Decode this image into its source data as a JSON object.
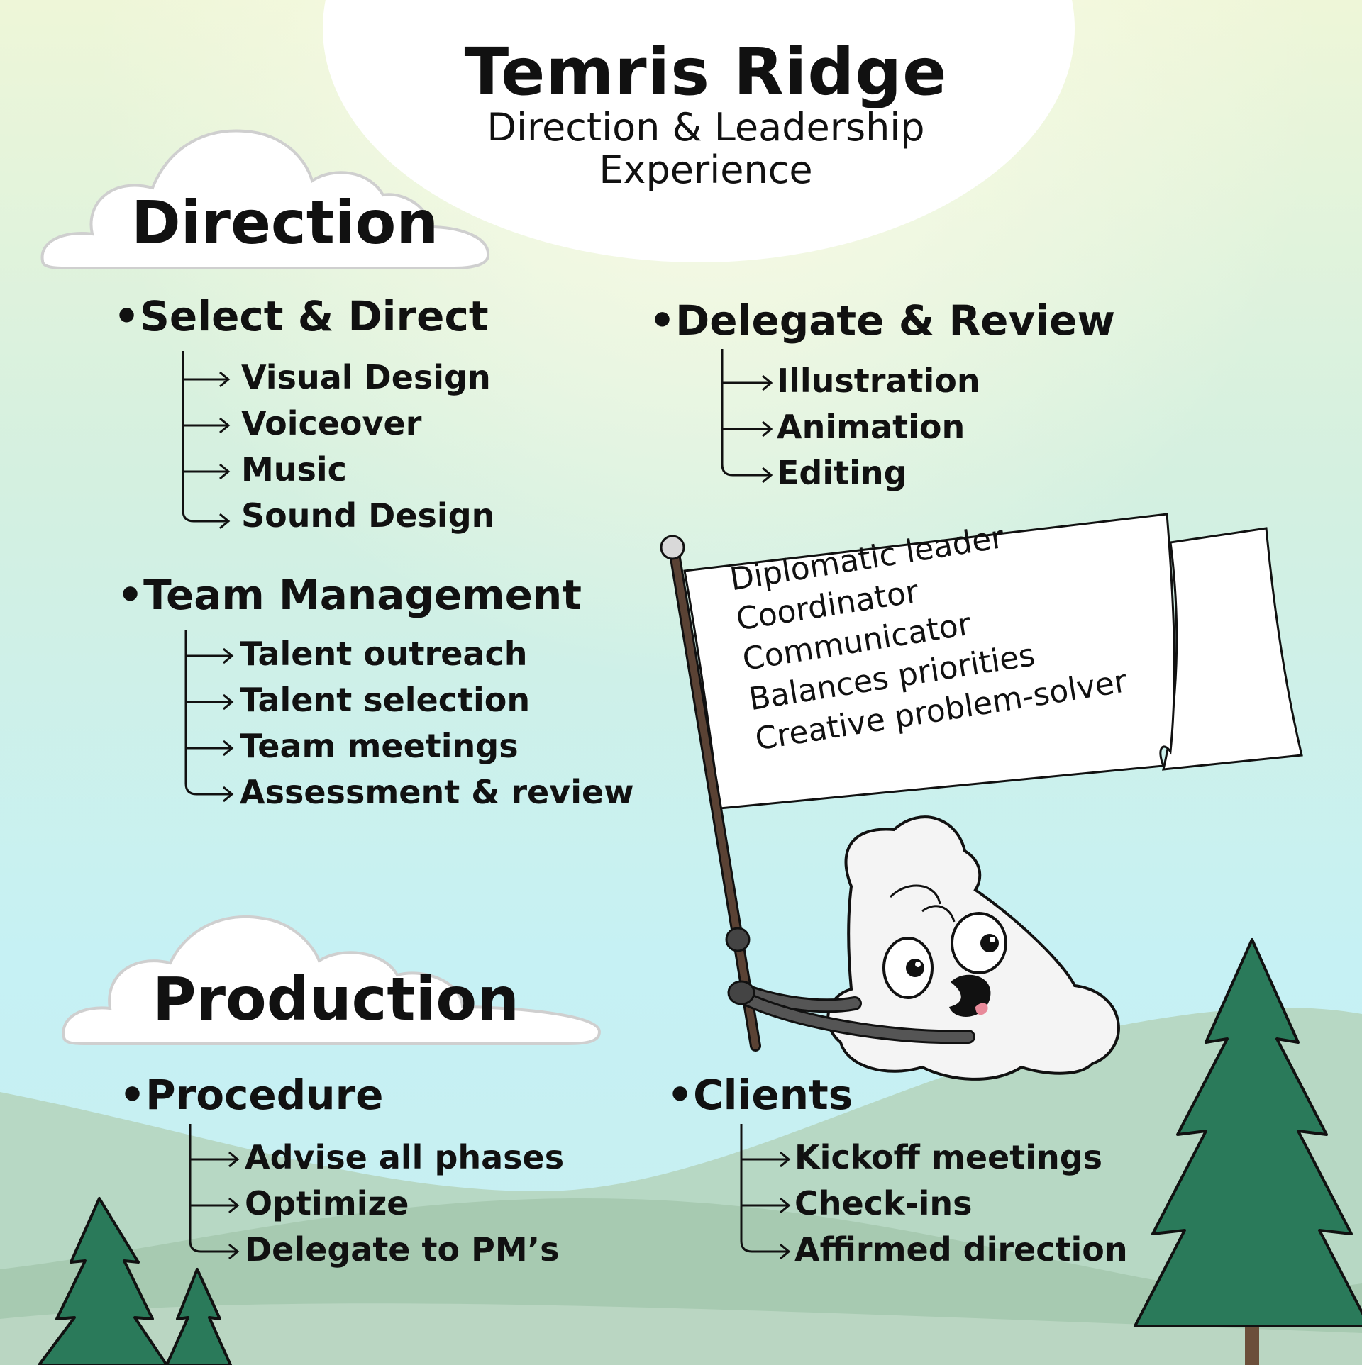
{
  "header": {
    "title": "Temris Ridge",
    "subtitle_line1": "Direction & Leadership",
    "subtitle_line2": "Experience"
  },
  "sections": {
    "direction": {
      "label": "Direction"
    },
    "production": {
      "label": "Production"
    }
  },
  "groups": {
    "select_direct": {
      "title": "Select & Direct",
      "items": [
        "Visual Design",
        "Voiceover",
        "Music",
        "Sound Design"
      ]
    },
    "delegate_review": {
      "title": "Delegate & Review",
      "items": [
        "Illustration",
        "Animation",
        "Editing"
      ]
    },
    "team_management": {
      "title": "Team Management",
      "items": [
        "Talent outreach",
        "Talent selection",
        "Team meetings",
        "Assessment & review"
      ]
    },
    "procedure": {
      "title": "Procedure",
      "items": [
        "Advise all phases",
        "Optimize",
        "Delegate to PM’s"
      ]
    },
    "clients": {
      "title": "Clients",
      "items": [
        "Kickoff meetings",
        "Check-ins",
        "Affirmed direction"
      ]
    }
  },
  "flag": {
    "lines": [
      "Diplomatic leader",
      "Coordinator",
      "Communicator",
      "Balances priorities",
      "Creative problem-solver"
    ]
  },
  "colors": {
    "sky_top": "#eef6d8",
    "sky_mid": "#c9f2f2",
    "hill_back": "#b6d8c2",
    "hill_front": "#a4c8ad",
    "tree": "#2a7a5a",
    "outline": "#1a1a1a"
  }
}
